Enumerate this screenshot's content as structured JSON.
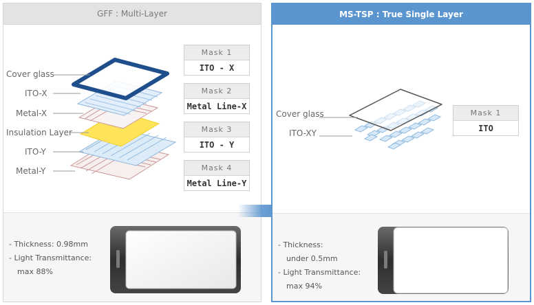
{
  "left": {
    "title": "GFF : Multi-Layer",
    "layers": [
      "Cover glass",
      "ITO-X",
      "Metal-X",
      "Insulation Layer",
      "ITO-Y",
      "Metal-Y"
    ],
    "masks": [
      {
        "title": "Mask 1",
        "name": "ITO - X"
      },
      {
        "title": "Mask 2",
        "name": "Metal Line-X"
      },
      {
        "title": "Mask 3",
        "name": "ITO - Y"
      },
      {
        "title": "Mask 4",
        "name": "Metal Line-Y"
      }
    ],
    "specs": {
      "thickness": "- Thickness: 0.98mm",
      "transmittance_label": "- Light Transmittance:",
      "transmittance_value": "max 88%"
    }
  },
  "right": {
    "title": "MS-TSP : True Single Layer",
    "layers": [
      "Cover glass",
      "ITO-XY"
    ],
    "masks": [
      {
        "title": "Mask 1",
        "name": "ITO"
      }
    ],
    "specs": {
      "thickness_label": "- Thickness:",
      "thickness_value": "under 0.5mm",
      "transmittance_label": "- Light Transmittance:",
      "transmittance_value": "max 94%"
    }
  },
  "colors": {
    "left_header_bg": "#e3e3e3",
    "right_header_bg": "#5b95cf",
    "arrow": "#5b95cf",
    "cover_glass_frame": "#1f4e8c",
    "ito_layer": "#b9d5ee",
    "insulation_layer": "#ffe45a",
    "metal_layer": "#d9a3a3"
  }
}
